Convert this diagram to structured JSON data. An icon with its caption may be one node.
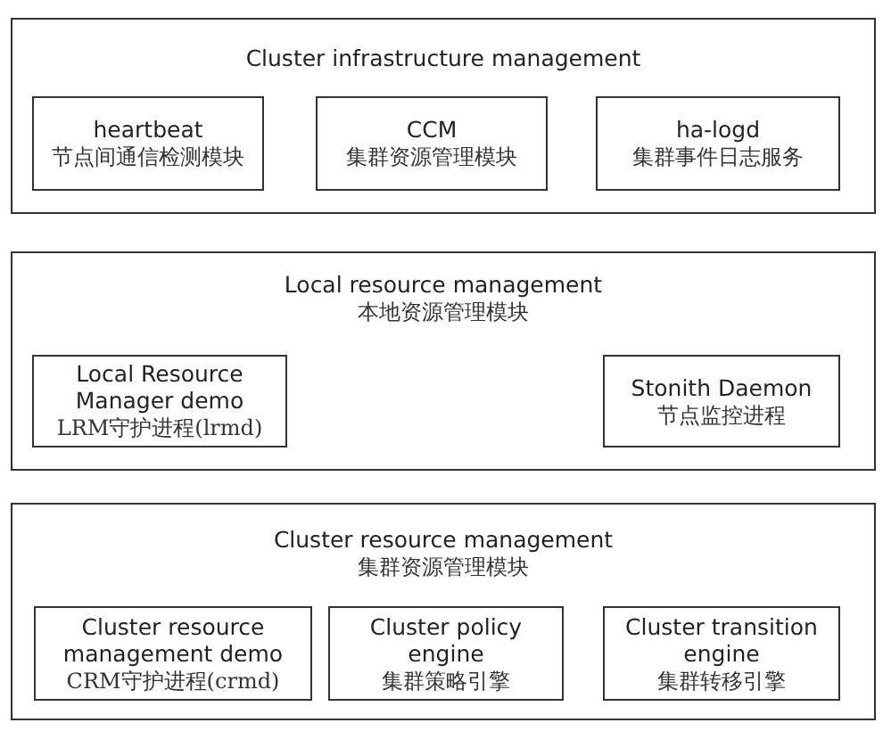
{
  "diagram": {
    "nodes": [
      {
        "text": [
          "Cluster infrastructure management"
        ]
      },
      {
        "text": [
          "heartbeat",
          "节点间通信检测模块"
        ],
        "in": 0
      },
      {
        "text": [
          "CCM",
          "集群资源管理模块"
        ],
        "in": 0
      },
      {
        "text": [
          "ha-logd",
          "集群事件日志服务"
        ],
        "in": 0
      },
      {
        "text": [
          "Local resource management",
          "本地资源管理模块"
        ]
      },
      {
        "text": [
          "Local Resource Manager demo",
          "LRM守护进程(lrmd)"
        ],
        "in": 4
      },
      {
        "text": [
          "Stonith Daemon",
          "节点监控进程"
        ],
        "in": 4
      },
      {
        "text": [
          "Cluster resource management",
          "集群资源管理模块"
        ]
      },
      {
        "text": [
          "Cluster resource management demo",
          "CRM守护进程(crmd)"
        ],
        "in": 7
      },
      {
        "text": [
          "Cluster policy engine",
          "集群策略引擎"
        ],
        "in": 7
      },
      {
        "text": [
          "Cluster transition engine",
          "集群转移引擎"
        ],
        "in": 7
      }
    ]
  }
}
